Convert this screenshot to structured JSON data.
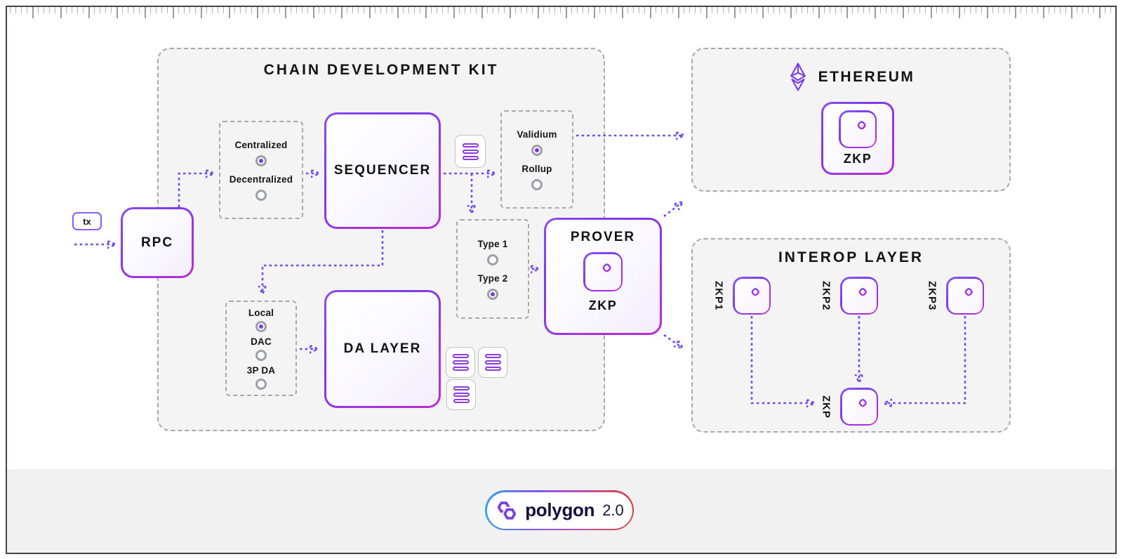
{
  "colors": {
    "accent_purple": "#7C3AED",
    "accent_magenta": "#C026D3",
    "arrow_purple": "#6D49EF",
    "container_bg": "#F4F4F5",
    "band_bg": "#F1F1F2",
    "text": "#141414"
  },
  "input": {
    "tx_label": "tx"
  },
  "cdk": {
    "title": "CHAIN DEVELOPMENT KIT",
    "rpc_label": "RPC",
    "sequencer_label": "SEQUENCER",
    "da_layer_label": "DA LAYER",
    "sequencer_options": [
      {
        "label": "Centralized",
        "selected": true
      },
      {
        "label": "Decentralized",
        "selected": false
      }
    ],
    "settlement_options": [
      {
        "label": "Validium",
        "selected": true
      },
      {
        "label": "Rollup",
        "selected": false
      }
    ],
    "prover_type_options": [
      {
        "label": "Type 1",
        "selected": false
      },
      {
        "label": "Type 2",
        "selected": true
      }
    ],
    "da_options": [
      {
        "label": "Local",
        "selected": true
      },
      {
        "label": "DAC",
        "selected": false
      },
      {
        "label": "3P DA",
        "selected": false
      }
    ],
    "prover": {
      "title": "PROVER",
      "zkp_label": "ZKP",
      "icon": "key-icon"
    },
    "batch_icon": "batch-stack-icon"
  },
  "ethereum": {
    "title": "ETHEREUM",
    "logo_icon": "ethereum-icon",
    "zkp_label": "ZKP",
    "zkp_icon": "key-icon"
  },
  "interop": {
    "title": "INTEROP LAYER",
    "sources": [
      {
        "label": "ZKP1"
      },
      {
        "label": "ZKP2"
      },
      {
        "label": "ZKP3"
      }
    ],
    "aggregate_label": "ZKP",
    "icon": "key-icon"
  },
  "footer": {
    "brand": "polygon",
    "version": "2.0",
    "logo_icon": "polygon-logo-icon"
  }
}
